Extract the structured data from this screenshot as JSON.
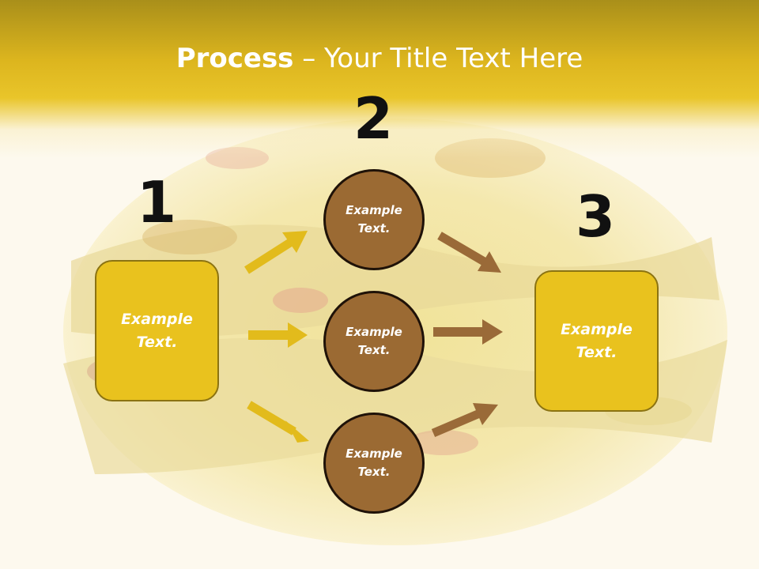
{
  "slide": {
    "title_bold": "Process",
    "title_rest": " – Your Title Text Here"
  },
  "steps": {
    "step1_number": "1",
    "step2_number": "2",
    "step3_number": "3"
  },
  "boxes": {
    "left_text": "Example Text.",
    "right_text": "Example Text."
  },
  "circles": {
    "top_text": "Example Text.",
    "middle_text": "Example Text.",
    "bottom_text": "Example Text."
  },
  "colors": {
    "header": "#dcb51e",
    "box_fill": "#e9c21e",
    "circle_fill": "#9b6a33",
    "arrow_yellow": "#e2bb1c",
    "arrow_brown": "#9a6a38"
  }
}
